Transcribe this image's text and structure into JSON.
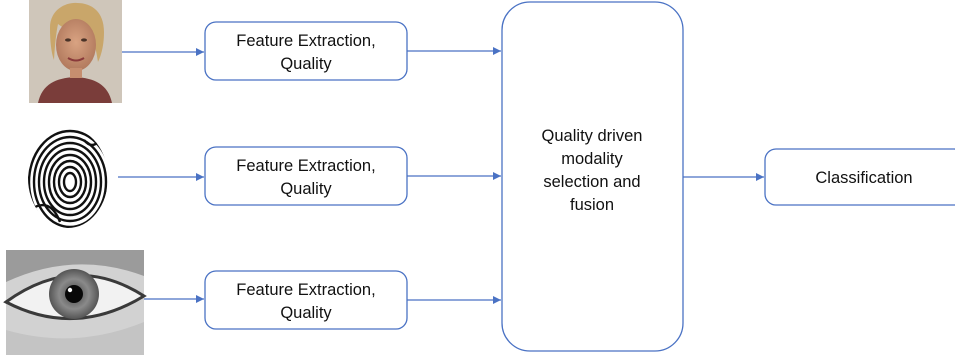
{
  "inputs": [
    {
      "kind": "face",
      "icon": "face-photo",
      "label_line1": "Feature Extraction,",
      "label_line2": "Quality"
    },
    {
      "kind": "fingerprint",
      "icon": "fingerprint-image",
      "label_line1": "Feature Extraction,",
      "label_line2": "Quality"
    },
    {
      "kind": "iris",
      "icon": "eye-photo",
      "label_line1": "Feature Extraction,",
      "label_line2": "Quality"
    }
  ],
  "fusion": {
    "lines": [
      "Quality driven",
      "modality",
      "selection and",
      "fusion"
    ]
  },
  "output": {
    "label": "Classification"
  },
  "colors": {
    "stroke": "#4a72c4",
    "text": "#111111"
  }
}
